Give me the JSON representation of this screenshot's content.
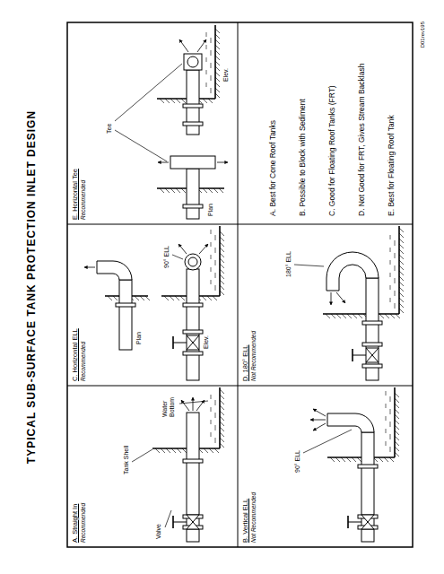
{
  "diagram": {
    "title": "TYPICAL SUB-SURFACE TANK PROTECTION INLET DESIGN",
    "nodes": [
      {
        "text": [
          "A. Straight In",
          "Recommended"
        ]
      },
      {
        "text": [
          "B. Vertical ELL",
          "Not Recommended"
        ]
      },
      {
        "text": [
          "C. Horizontal ELL",
          "Recommended"
        ]
      },
      {
        "text": [
          "D. 180° ELL",
          "Not Recommended"
        ]
      },
      {
        "text": [
          "E. Horizontal Tee",
          "Recommended"
        ]
      }
    ],
    "labels": [
      "Valve",
      "Tank Shell",
      "Water Bottom",
      "90° ELL",
      "Plan",
      "Elev.",
      "90° ELL",
      "180° ELL",
      "Tee",
      "Plan",
      "Elev.",
      "A. Best for Cone Roof Tanks",
      "B. Possible to Block with Sediment",
      "C. Good for Floating Roof Tanks (FRT)",
      "D. Not Good for FRT, Gives Stream Backlash",
      "E. Best for Floating Roof Tank",
      "D01rev195"
    ]
  }
}
